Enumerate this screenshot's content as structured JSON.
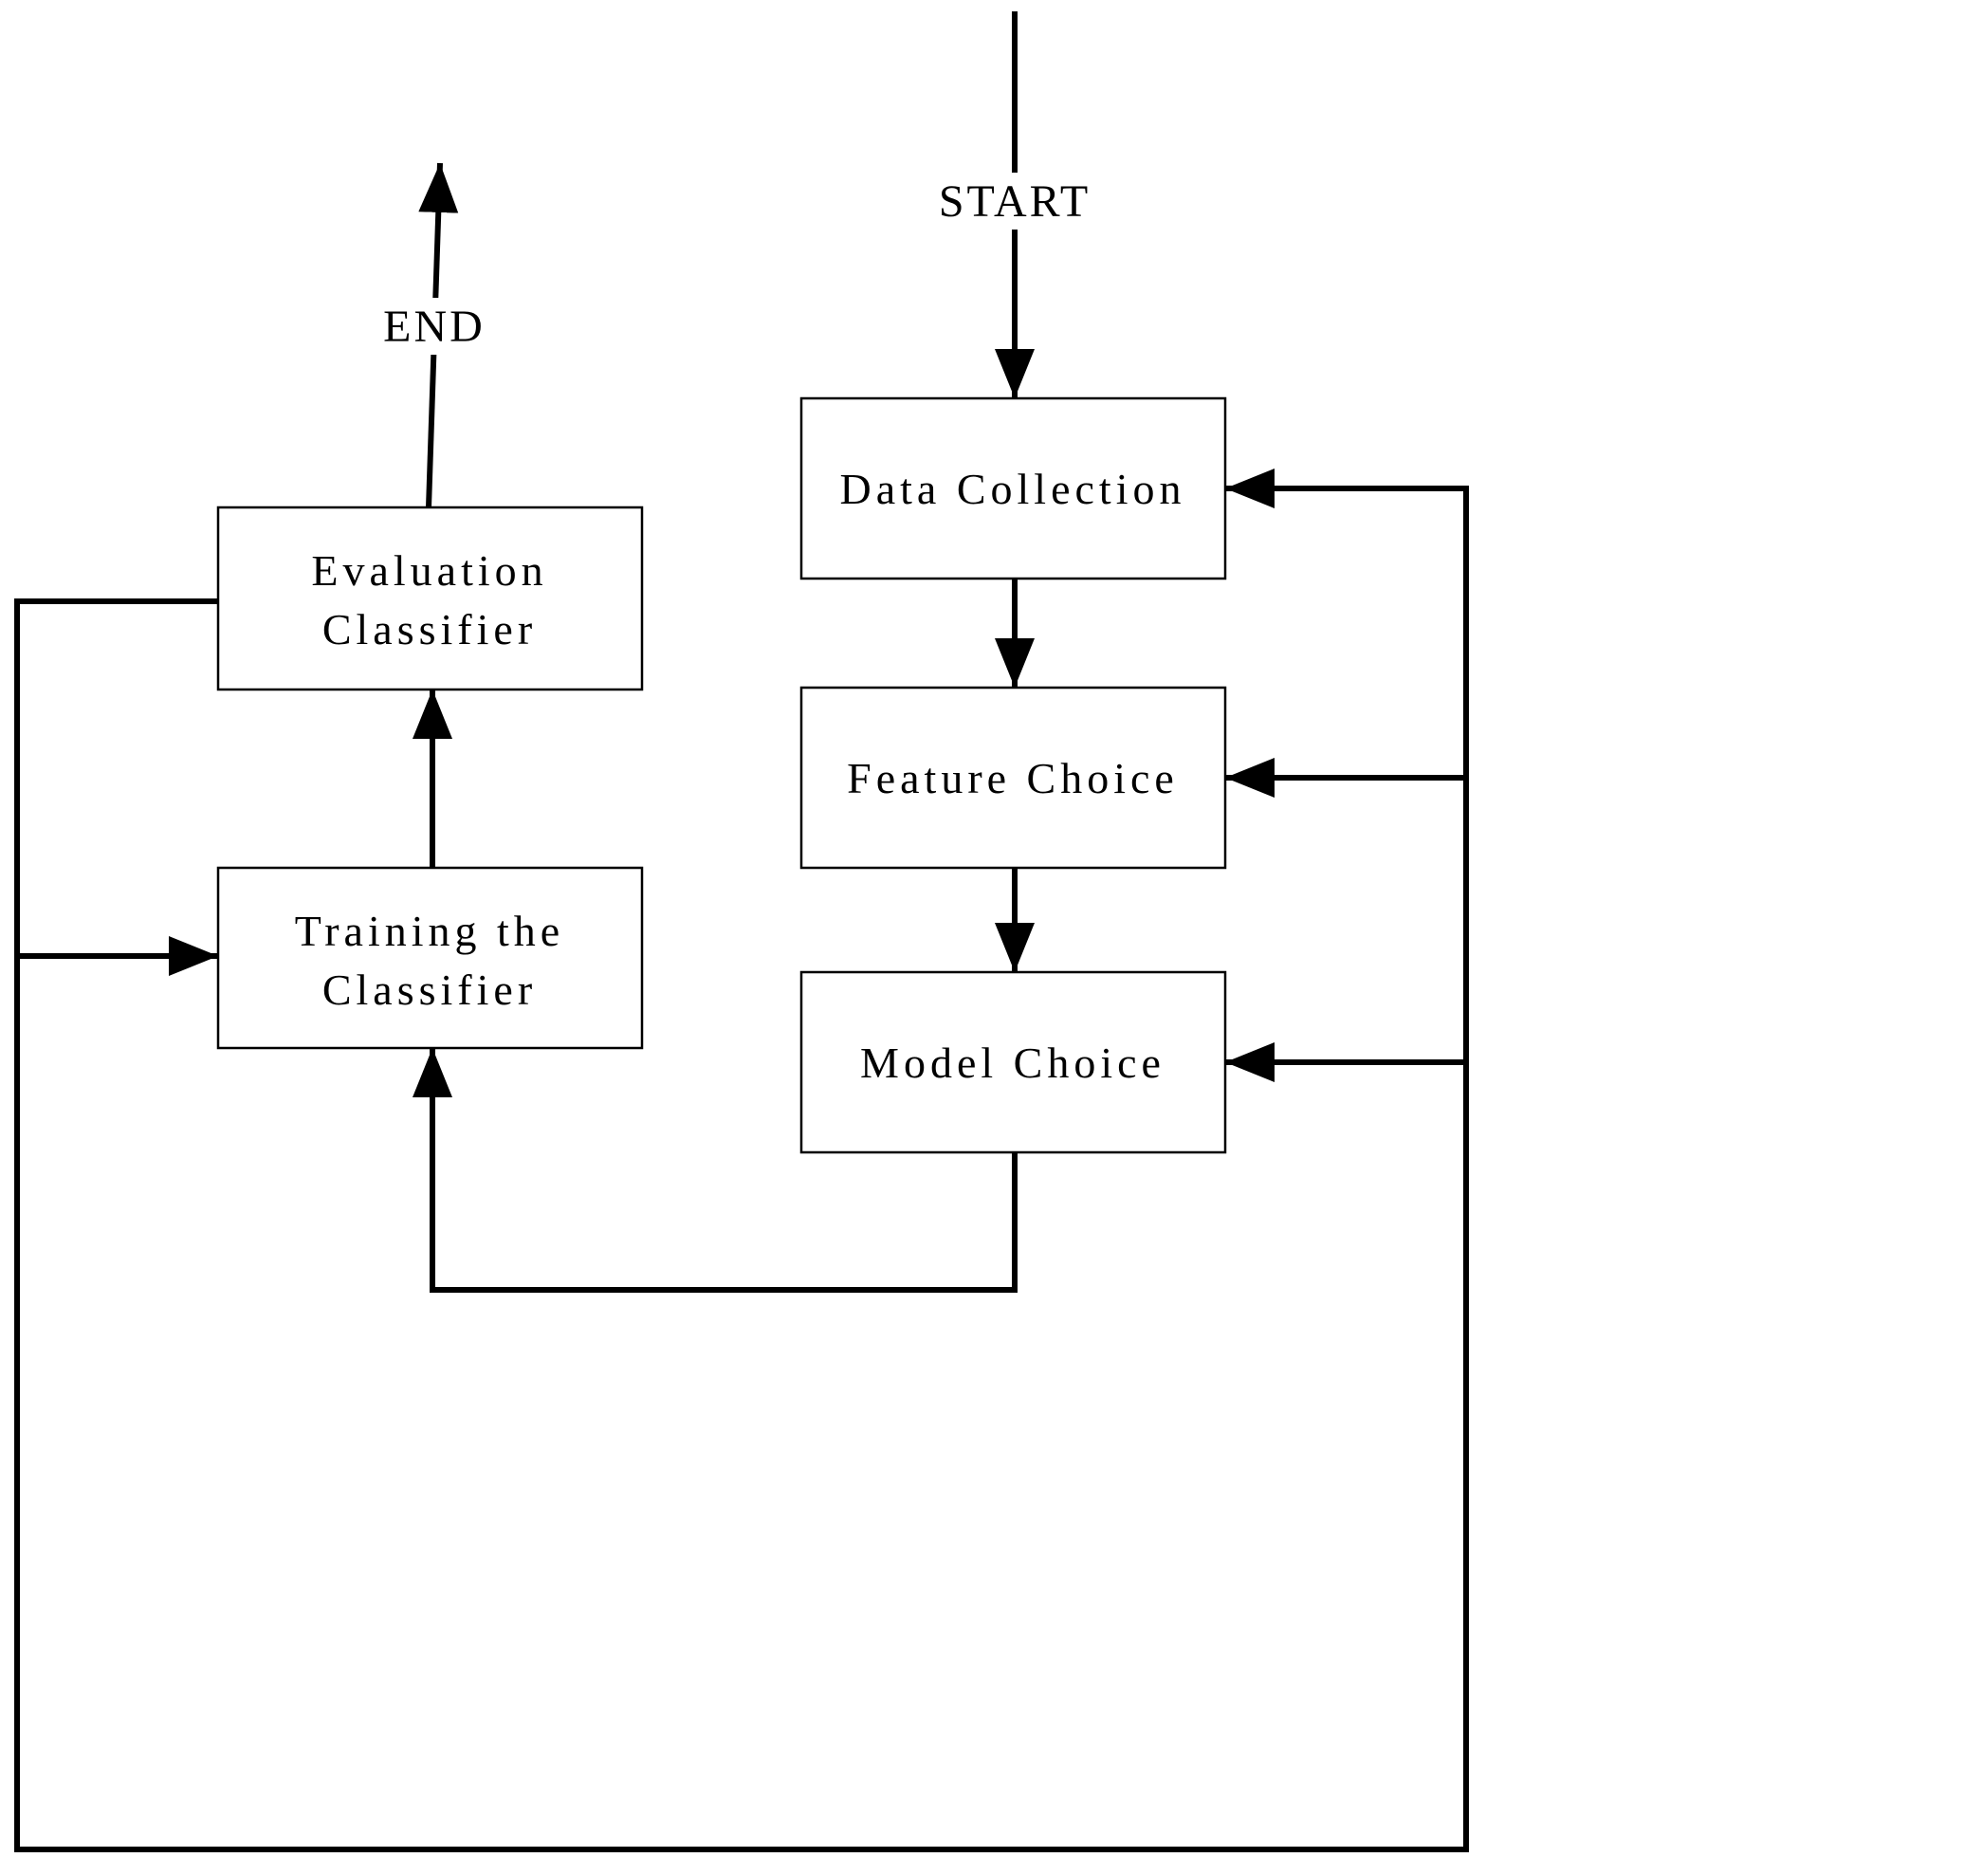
{
  "diagram": {
    "background_color": "#ffffff",
    "line_color": "#000000",
    "start_label": "START",
    "end_label": "END",
    "nodes": {
      "data_collection": {
        "label": "Data Collection"
      },
      "feature_choice": {
        "label": "Feature Choice"
      },
      "model_choice": {
        "label": "Model Choice"
      },
      "training_classifier": {
        "label_line1": "Training the",
        "label_line2": "Classifier"
      },
      "evaluation_classifier": {
        "label_line1": "Evaluation",
        "label_line2": "Classifier"
      }
    },
    "edges": [
      {
        "from": "start",
        "to": "data_collection",
        "type": "flow"
      },
      {
        "from": "data_collection",
        "to": "feature_choice",
        "type": "flow"
      },
      {
        "from": "feature_choice",
        "to": "model_choice",
        "type": "flow"
      },
      {
        "from": "model_choice",
        "to": "training_classifier",
        "type": "flow"
      },
      {
        "from": "training_classifier",
        "to": "evaluation_classifier",
        "type": "flow"
      },
      {
        "from": "evaluation_classifier",
        "to": "end",
        "type": "flow"
      },
      {
        "from": "evaluation_classifier",
        "to": "training_classifier",
        "type": "feedback"
      },
      {
        "from": "evaluation_classifier",
        "to": "data_collection",
        "type": "feedback"
      },
      {
        "from": "evaluation_classifier",
        "to": "feature_choice",
        "type": "feedback"
      },
      {
        "from": "evaluation_classifier",
        "to": "model_choice",
        "type": "feedback"
      }
    ]
  }
}
